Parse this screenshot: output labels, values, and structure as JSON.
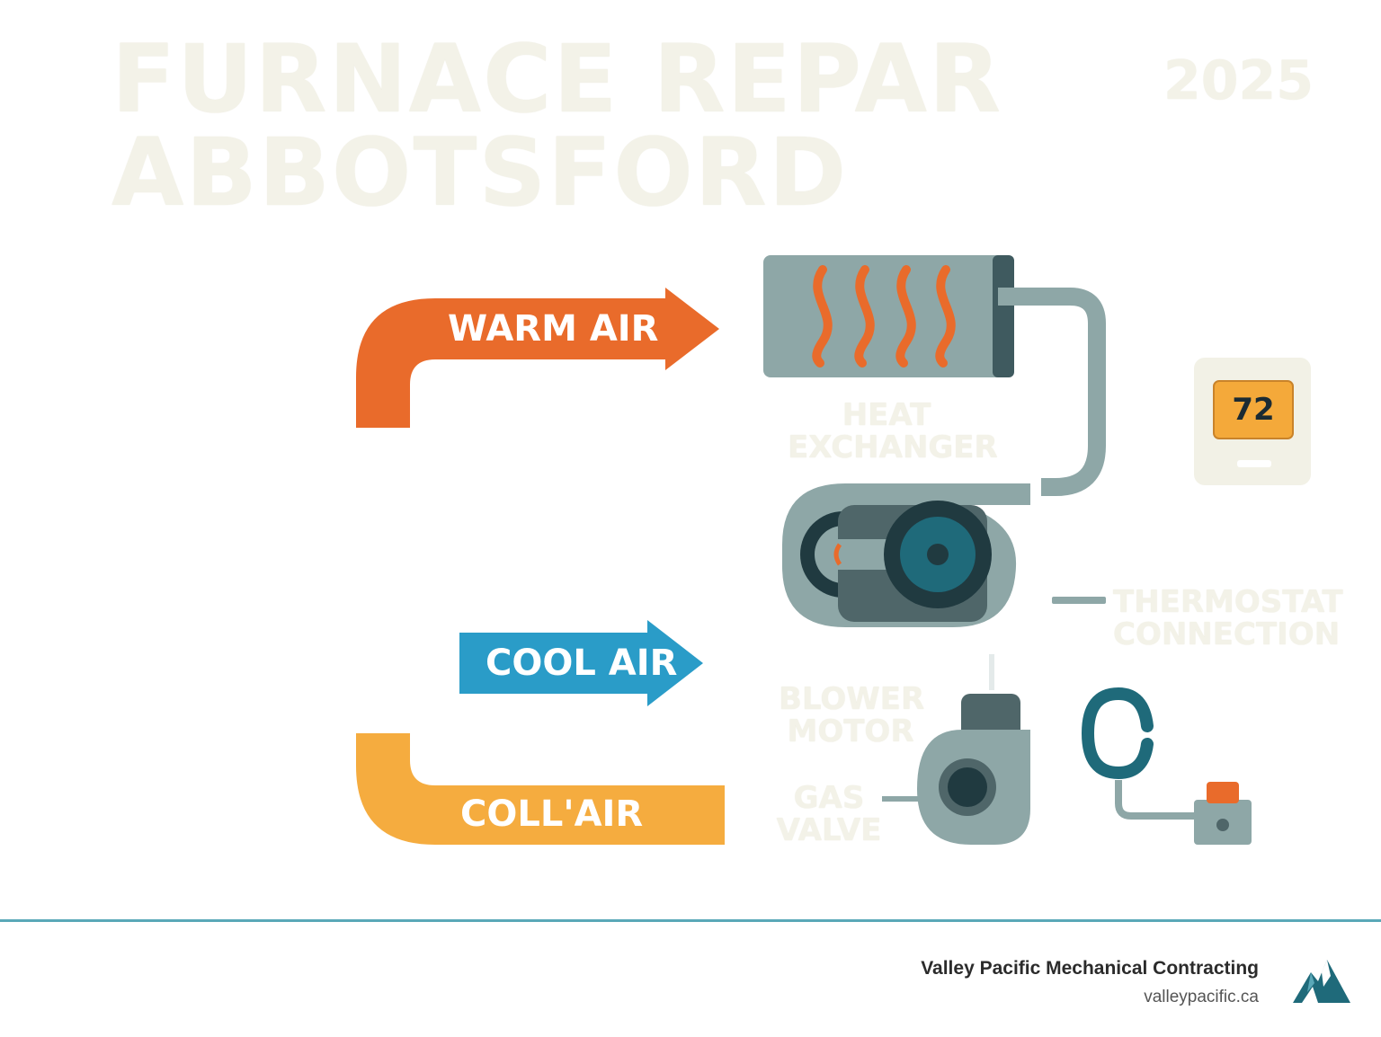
{
  "title": {
    "line1": "FURNACE REPAR",
    "line2": "ABBOTSFORD",
    "year": "2025"
  },
  "arrows": {
    "warm": "WARM AIR",
    "cool": "COOL AIR",
    "return": "COLL'AIR"
  },
  "components": {
    "heat_exchanger": [
      "HEAT",
      "EXCHANGER"
    ],
    "thermostat_connection": [
      "THERMOSTAT",
      "CONNECTION"
    ],
    "blower_motor": [
      "BLOWER",
      "MOTOR"
    ],
    "gas_valve": [
      "GAS",
      "VALVE"
    ]
  },
  "thermostat": {
    "reading": "72"
  },
  "footer": {
    "company": "Valley Pacific Mechanical Contracting",
    "website": "valleypacific.ca"
  },
  "icons": [
    "heat-exchanger-icon",
    "blower-icon",
    "gas-valve-icon",
    "thermostat-icon",
    "mountain-logo-icon"
  ],
  "colors": {
    "warm": "#e96b2b",
    "cool": "#2a9cc8",
    "return": "#f5ac3f",
    "steel": "#8ea7a7",
    "dark_teal": "#1f6a7a",
    "accent_rule": "#5aa8b8"
  }
}
